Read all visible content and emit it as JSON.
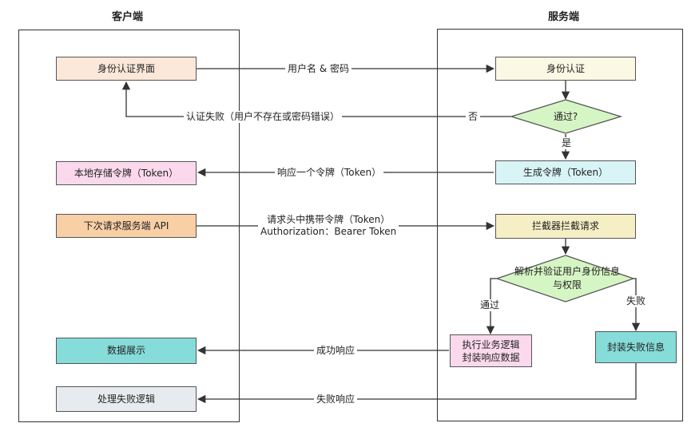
{
  "columns": {
    "client": "客户端",
    "server": "服务端"
  },
  "client_boxes": {
    "auth_ui": "身份认证界面",
    "store_token": "本地存储令牌（Token）",
    "next_request": "下次请求服务端 API",
    "display": "数据展示",
    "handle_fail": "处理失败逻辑"
  },
  "server_boxes": {
    "authenticate": "身份认证",
    "passed": "通过?",
    "generate_token": "生成令牌（Token）",
    "interceptor": "拦截器拦截请求",
    "verify_line1": "解析并验证用户身份信息",
    "verify_line2": "与权限",
    "exec_line1": "执行业务逻辑",
    "exec_line2": "封装响应数据",
    "wrap_fail": "封装失败信息"
  },
  "edges": {
    "credentials": "用户名 & 密码",
    "auth_failed": "认证失败（用户不存在或密码错误）",
    "no": "否",
    "yes": "是",
    "respond_token": "响应一个令牌（Token）",
    "header_line1": "请求头中携带令牌（Token）",
    "header_line2": "Authorization：Bearer Token",
    "pass": "通过",
    "fail": "失败",
    "success_resp": "成功响应",
    "fail_resp": "失败响应"
  },
  "colors": {
    "auth_ui": "#fbe8d8",
    "store_token": "#fbd9ec",
    "next_request": "#f9cfa6",
    "display": "#86dcd9",
    "handle_fail": "#e7ebef",
    "authenticate": "#fbf8e4",
    "passed": "#d6f5c4",
    "generate_token": "#d8f4f6",
    "interceptor": "#f6efc6",
    "verify": "#d6f5c4",
    "exec": "#fbd9ec",
    "wrap_fail": "#86dcd9"
  }
}
